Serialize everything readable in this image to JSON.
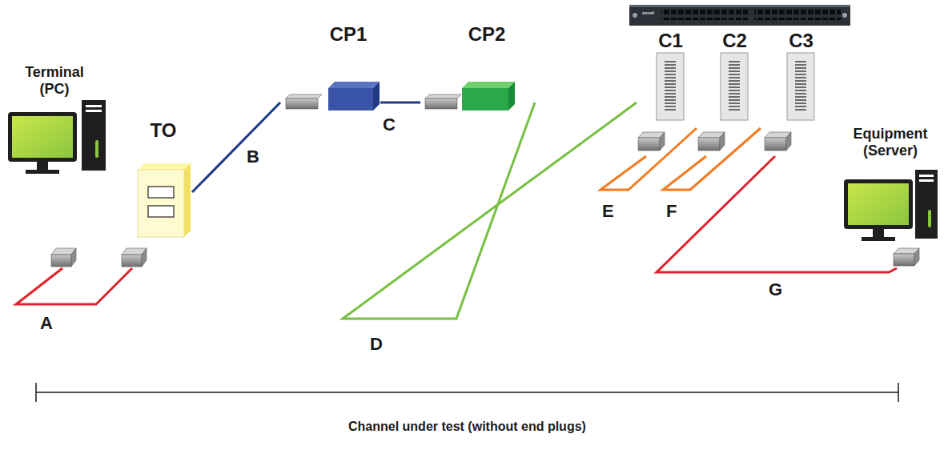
{
  "diagram": {
    "nodes": [
      {
        "text": [
          "Terminal (PC)"
        ]
      },
      {
        "text": [
          "TO"
        ]
      },
      {
        "text": [
          "CP1"
        ]
      },
      {
        "text": [
          "CP2"
        ]
      },
      {
        "text": [
          "C1"
        ]
      },
      {
        "text": [
          "C2"
        ]
      },
      {
        "text": [
          "C3"
        ]
      },
      {
        "text": [
          "Equipment (Server)"
        ]
      }
    ],
    "edges": [
      {
        "from": 0,
        "to": 1,
        "arrow": "none",
        "label": "A"
      },
      {
        "from": 1,
        "to": 2,
        "arrow": "none",
        "label": "B"
      },
      {
        "from": 2,
        "to": 3,
        "arrow": "none",
        "label": "C"
      },
      {
        "from": 3,
        "to": 4,
        "arrow": "none",
        "label": "D"
      },
      {
        "from": 4,
        "to": 5,
        "arrow": "none",
        "label": "E"
      },
      {
        "from": 5,
        "to": 6,
        "arrow": "none",
        "label": "F"
      },
      {
        "from": 6,
        "to": 7,
        "arrow": "none",
        "label": "G"
      }
    ],
    "labels": [
      "excel",
      "Channel under test (without end plugs)"
    ]
  }
}
